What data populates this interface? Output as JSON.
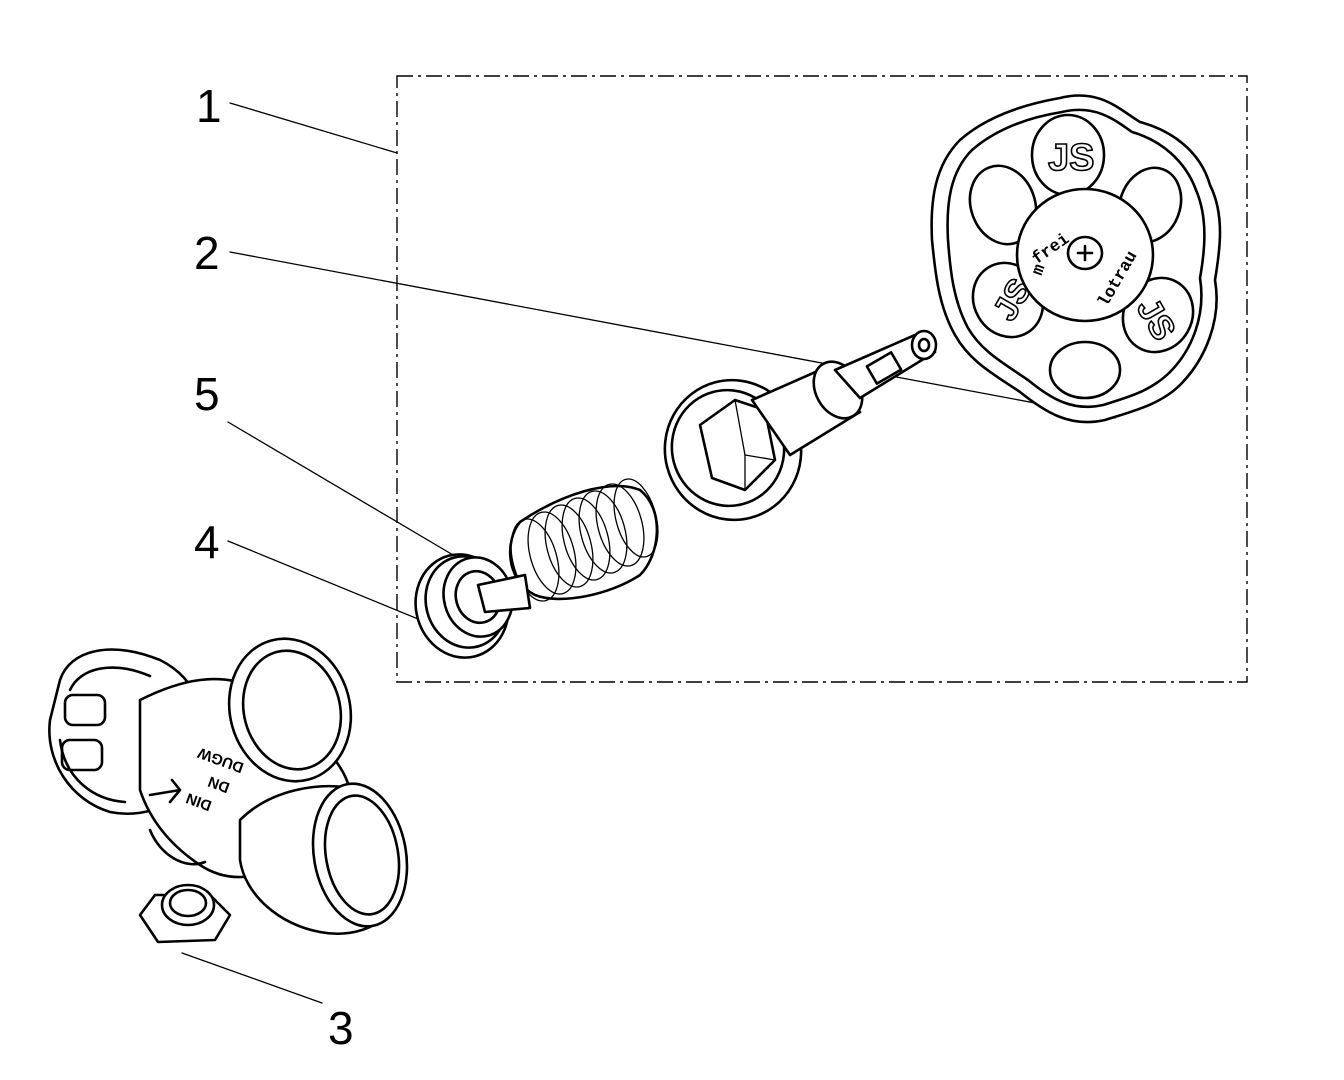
{
  "callouts": [
    {
      "id": "1",
      "text": "1"
    },
    {
      "id": "2",
      "text": "2"
    },
    {
      "id": "5",
      "text": "5"
    },
    {
      "id": "4",
      "text": "4"
    },
    {
      "id": "3",
      "text": "3"
    }
  ],
  "handwheel": {
    "hub_text": "frei",
    "hub_text_2": "lotrau",
    "hub_prefix": "m",
    "emblem": "JS"
  },
  "valve_body": {
    "markings": [
      "DUGW",
      "DN",
      "DIN"
    ]
  }
}
